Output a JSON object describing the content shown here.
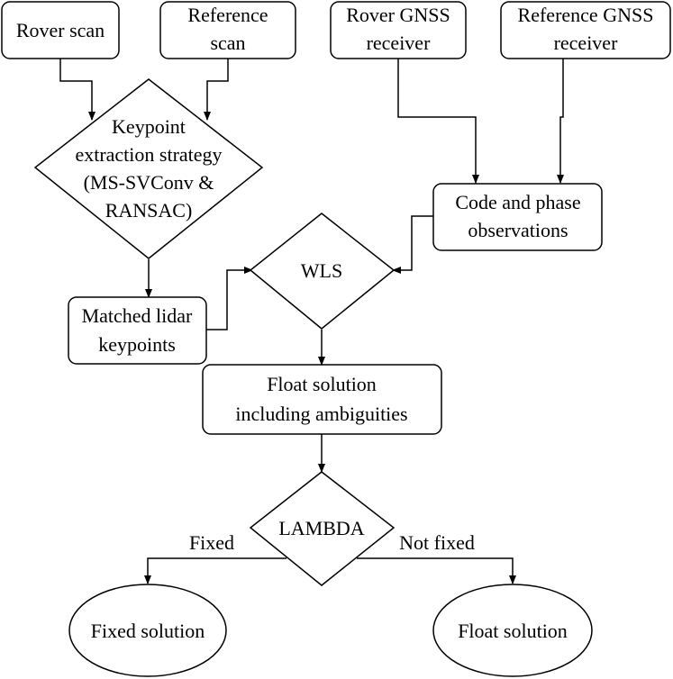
{
  "nodes": {
    "rover_scan": {
      "lines": [
        "Rover scan"
      ]
    },
    "reference_scan": {
      "lines": [
        "Reference",
        "scan"
      ]
    },
    "rover_gnss": {
      "lines": [
        "Rover GNSS",
        "receiver"
      ]
    },
    "reference_gnss": {
      "lines": [
        "Reference GNSS",
        "receiver"
      ]
    },
    "keypoint_extraction": {
      "lines": [
        "Keypoint",
        "extraction strategy",
        "(MS-SVConv &",
        "RANSAC)"
      ]
    },
    "code_phase": {
      "lines": [
        "Code and phase",
        "observations"
      ]
    },
    "wls": {
      "lines": [
        "WLS"
      ]
    },
    "matched_keypoints": {
      "lines": [
        "Matched lidar",
        "keypoints"
      ]
    },
    "float_solution_ambiguities": {
      "lines": [
        "Float solution",
        "including ambiguities"
      ]
    },
    "lambda": {
      "lines": [
        "LAMBDA"
      ]
    },
    "fixed_solution": {
      "lines": [
        "Fixed solution"
      ]
    },
    "float_solution": {
      "lines": [
        "Float solution"
      ]
    }
  },
  "edge_labels": {
    "fixed": "Fixed",
    "not_fixed": "Not fixed"
  }
}
